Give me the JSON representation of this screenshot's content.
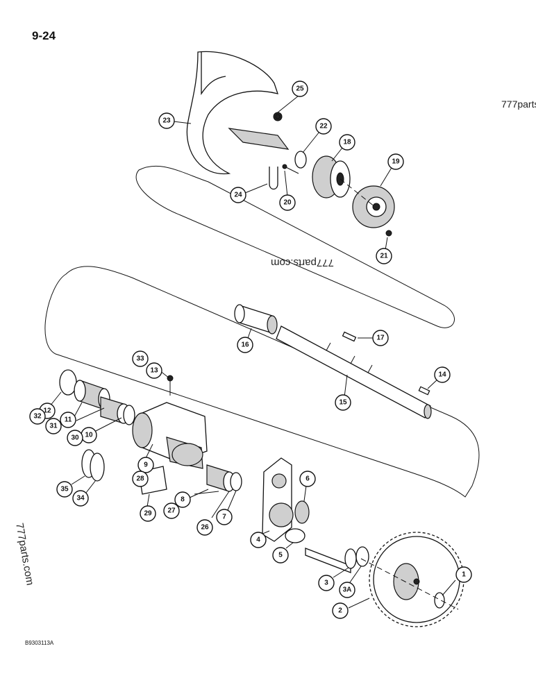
{
  "page_number": "9-24",
  "figure_id": "B9303113A",
  "watermarks": [
    "777parts",
    "777parts.com",
    "777parts.com"
  ],
  "callouts": [
    "1",
    "2",
    "3",
    "3A",
    "4",
    "5",
    "6",
    "7",
    "8",
    "9",
    "10",
    "11",
    "12",
    "13",
    "14",
    "15",
    "16",
    "17",
    "18",
    "19",
    "20",
    "21",
    "22",
    "23",
    "24",
    "25",
    "26",
    "27",
    "28",
    "29",
    "30",
    "31",
    "32",
    "33",
    "34",
    "35"
  ]
}
